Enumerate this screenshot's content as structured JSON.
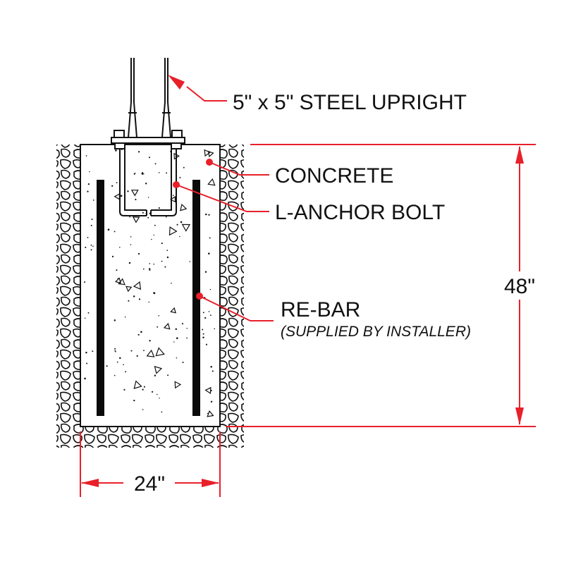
{
  "labels": {
    "upright": "5\" x 5\" STEEL UPRIGHT",
    "concrete": "CONCRETE",
    "anchor": "L-ANCHOR BOLT",
    "rebar": "RE-BAR",
    "rebar_note": "(SUPPLIED BY INSTALLER)"
  },
  "dimensions": {
    "depth": "48\"",
    "width": "24\""
  },
  "colors": {
    "annotation": "#e8202a",
    "linework": "#111111",
    "rebar": "#0a0a0a"
  }
}
